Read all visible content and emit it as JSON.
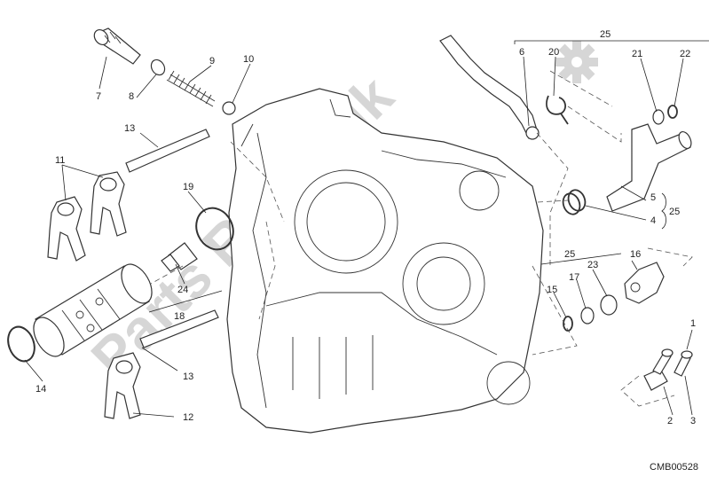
{
  "diagram": {
    "catalog_code": "CMB00528",
    "watermark_text": "Parts Republik",
    "labels": [
      "1",
      "2",
      "3",
      "4",
      "5",
      "6",
      "7",
      "8",
      "9",
      "10",
      "11",
      "12",
      "13",
      "13",
      "14",
      "15",
      "16",
      "17",
      "18",
      "19",
      "20",
      "21",
      "22",
      "23",
      "24",
      "25",
      "25",
      "25"
    ]
  }
}
